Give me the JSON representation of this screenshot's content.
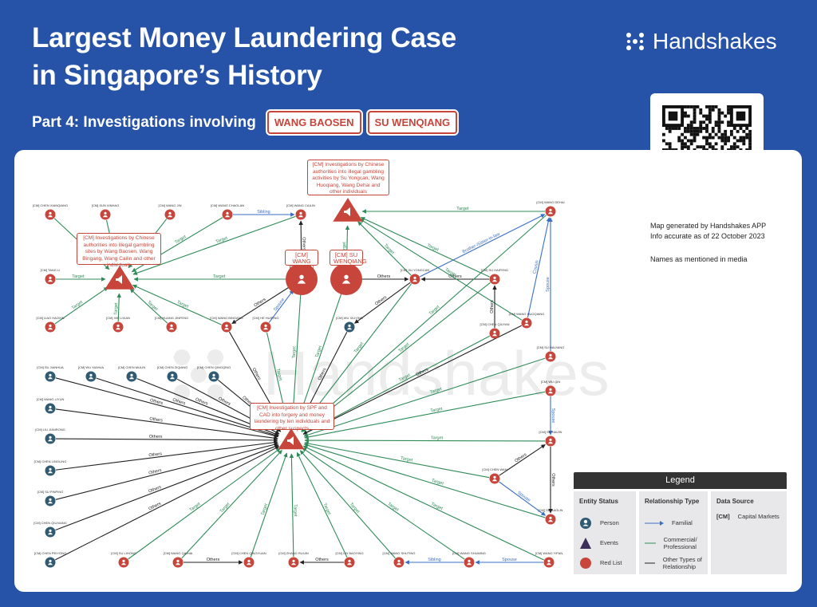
{
  "header": {
    "title_line1": "Largest Money Laundering Case",
    "title_line2": "in Singapore’s History",
    "subtitle": "Part 4: Investigations involving",
    "tags": [
      "WANG BAOSEN",
      "SU WENQIANG"
    ],
    "brand": "Handshakes"
  },
  "info": {
    "generated": "Map generated by Handshakes APP",
    "accuracy": "Info accurate as of 22 October 2023",
    "note": "Names as mentioned in media"
  },
  "watermark": "Handshakes",
  "colors": {
    "background": "#2653a8",
    "red": "#c7453a",
    "person": "#2f5a72",
    "target": "#2e8b57",
    "familial": "#3a6fc4",
    "other": "#222222"
  },
  "events": {
    "e1": "[CM] Investigations by Chinese authorities into illegal gambling sites by Wang Baosen, Wang Bingang, Wang Cailin and other individuals",
    "e2": "[CM] Investigations by Chinese authorities into illegal gambling activities by Su Yongcan, Wang Huoqiang, Wang Dehai and other individuals",
    "e3": "[CM] Investigation by SPF and CAD into forgery and money laundering by ten individuals and other suspects"
  },
  "nodes": [
    {
      "id": "chen_xianqiang",
      "label": "[CM] CHEN XIANQIANG",
      "kind": "red"
    },
    {
      "id": "sun_xinhao",
      "label": "[CM] SUN XINHAO",
      "kind": "red"
    },
    {
      "id": "wang_jin",
      "label": "[CM] WANG JIN",
      "kind": "red"
    },
    {
      "id": "wang_chaolan",
      "label": "[CM] WANG CHAOLAN",
      "kind": "red"
    },
    {
      "id": "wang_cailin",
      "label": "[CM] WANG CAILIN",
      "kind": "red"
    },
    {
      "id": "tang_li",
      "label": "[CM] TANG LI",
      "kind": "red"
    },
    {
      "id": "liao_haoxin",
      "label": "[CM] LIAO HAOXIN",
      "kind": "red"
    },
    {
      "id": "xie_lixian",
      "label": "[CM] XIE LIXIAN",
      "kind": "red"
    },
    {
      "id": "huang_jinfeng",
      "label": "[CM] HUANG JINFENG",
      "kind": "red"
    },
    {
      "id": "wang_bingang",
      "label": "[CM] WANG BINGANG",
      "kind": "red"
    },
    {
      "id": "he_huiping",
      "label": "[CM] HE HUIPING",
      "kind": "red"
    },
    {
      "id": "wang_baosen",
      "label": "[CM] WANG BAOSEN",
      "kind": "big"
    },
    {
      "id": "su_wenqiang",
      "label": "[CM] SU WENQIANG",
      "kind": "big"
    },
    {
      "id": "wu_xiuying",
      "label": "[CM] WU XIUYING",
      "kind": "person"
    },
    {
      "id": "su_yongcan",
      "label": "[CM] SU YONGCAN",
      "kind": "red"
    },
    {
      "id": "su_haifeng",
      "label": "[CM] SU HAIFENG",
      "kind": "red"
    },
    {
      "id": "chen_qiuyan",
      "label": "[CM] CHEN QIUYAN",
      "kind": "red"
    },
    {
      "id": "wang_huoqiang",
      "label": "[CM] WANG HUOQIANG",
      "kind": "red"
    },
    {
      "id": "wang_dehai",
      "label": "[CM] WANG DEHAI",
      "kind": "red"
    },
    {
      "id": "su_haijiang",
      "label": "[CM] SU HAIJIANG",
      "kind": "red"
    },
    {
      "id": "wu_qin",
      "label": "[CM] WU QIN",
      "kind": "red"
    },
    {
      "id": "su_haijin",
      "label": "[CM] SU HAIJIN",
      "kind": "red"
    },
    {
      "id": "chen_wan",
      "label": "[CM] CHEN WAN",
      "kind": "red"
    },
    {
      "id": "su_baolin",
      "label": "[CM] SU BAOLIN",
      "kind": "red"
    },
    {
      "id": "su_jianhua",
      "label": "[CM] SU JIANHUA",
      "kind": "person"
    },
    {
      "id": "wu_xiahua",
      "label": "[CM] WU XIAHUA",
      "kind": "person"
    },
    {
      "id": "chen_mulin",
      "label": "[CM] CHEN MULIN",
      "kind": "person"
    },
    {
      "id": "chen_ziqiang",
      "label": "[CM] CHEN ZIQIANG",
      "kind": "person"
    },
    {
      "id": "chen_qingqing",
      "label": "[CM] CHEN QINGQING",
      "kind": "person"
    },
    {
      "id": "wang_liyun",
      "label": "[CM] WANG LIYUN",
      "kind": "person"
    },
    {
      "id": "liu_jianrong",
      "label": "[CM] LIU JIANRONG",
      "kind": "person"
    },
    {
      "id": "chen_lingling",
      "label": "[CM] CHEN LINGLING",
      "kind": "person"
    },
    {
      "id": "su_pinping",
      "label": "[CM] SU PINPING",
      "kind": "person"
    },
    {
      "id": "chen_qiuxiang",
      "label": "[CM] CHEN QIUXIANG",
      "kind": "person"
    },
    {
      "id": "chen_peiyong",
      "label": "[CM] CHEN PEIYONG",
      "kind": "person"
    },
    {
      "id": "su_lihong",
      "label": "[CM] SU LIHONG",
      "kind": "red"
    },
    {
      "id": "wang_qiuhai",
      "label": "[CM] WANG QIUHAI",
      "kind": "red"
    },
    {
      "id": "chen_qingyuan",
      "label": "[CM] CHEN QINGYUAN",
      "kind": "red"
    },
    {
      "id": "zhang_ruijin",
      "label": "[CM] ZHANG RUIJIN",
      "kind": "red"
    },
    {
      "id": "lin_baoying",
      "label": "[CM] LIN BAOYING",
      "kind": "red"
    },
    {
      "id": "wang_shuting",
      "label": "[CM] WANG SHUTING",
      "kind": "red"
    },
    {
      "id": "wang_shuming",
      "label": "[CM] WANG SHUMING",
      "kind": "red"
    },
    {
      "id": "wang_yifan",
      "label": "[CM] WANG YIFAN",
      "kind": "red"
    }
  ],
  "edges": [
    {
      "from": "chen_xianqiang",
      "to": "e1",
      "type": "target",
      "label": "Target"
    },
    {
      "from": "sun_xinhao",
      "to": "e1",
      "type": "target",
      "label": "Target"
    },
    {
      "from": "wang_jin",
      "to": "e1",
      "type": "target",
      "label": "Target"
    },
    {
      "from": "wang_chaolan",
      "to": "e1",
      "type": "target",
      "label": "Target"
    },
    {
      "from": "wang_cailin",
      "to": "e1",
      "type": "target",
      "label": "Target"
    },
    {
      "from": "tang_li",
      "to": "e1",
      "type": "target",
      "label": "Target"
    },
    {
      "from": "liao_haoxin",
      "to": "e1",
      "type": "target",
      "label": "Target"
    },
    {
      "from": "xie_lixian",
      "to": "e1",
      "type": "target",
      "label": "Target"
    },
    {
      "from": "huang_jinfeng",
      "to": "e1",
      "type": "target",
      "label": "Target"
    },
    {
      "from": "wang_bingang",
      "to": "e1",
      "type": "target",
      "label": "Target"
    },
    {
      "from": "wang_baosen",
      "to": "e1",
      "type": "target",
      "label": "Target"
    },
    {
      "from": "wang_chaolan",
      "to": "wang_cailin",
      "type": "familial",
      "label": "Sibling"
    },
    {
      "from": "wang_baosen",
      "to": "wang_cailin",
      "type": "other",
      "label": "Others"
    },
    {
      "from": "wang_baosen",
      "to": "wang_bingang",
      "type": "other",
      "label": "Others"
    },
    {
      "from": "he_huiping",
      "to": "wang_baosen",
      "type": "familial",
      "label": "Spouse"
    },
    {
      "from": "wang_bingang",
      "to": "e3",
      "type": "other",
      "label": "Others"
    },
    {
      "from": "wang_baosen",
      "to": "e3",
      "type": "target",
      "label": "Target"
    },
    {
      "from": "he_huiping",
      "to": "e3",
      "type": "target",
      "label": "Target"
    },
    {
      "from": "su_wenqiang",
      "to": "e2",
      "type": "target",
      "label": "Target"
    },
    {
      "from": "su_wenqiang",
      "to": "su_yongcan",
      "type": "other",
      "label": "Others"
    },
    {
      "from": "su_wenqiang",
      "to": "e3",
      "type": "target",
      "label": "Target"
    },
    {
      "from": "su_yongcan",
      "to": "wu_xiuying",
      "type": "other",
      "label": "Others"
    },
    {
      "from": "wu_xiuying",
      "to": "e3",
      "type": "other",
      "label": "Others"
    },
    {
      "from": "su_yongcan",
      "to": "e2",
      "type": "target",
      "label": "Target"
    },
    {
      "from": "su_haifeng",
      "to": "su_yongcan",
      "type": "other",
      "label": "Others"
    },
    {
      "from": "su_haifeng",
      "to": "e2",
      "type": "target",
      "label": "Target"
    },
    {
      "from": "wang_huoqiang",
      "to": "e2",
      "type": "target",
      "label": "Target"
    },
    {
      "from": "wang_dehai",
      "to": "e2",
      "type": "target",
      "label": "Target"
    },
    {
      "from": "su_yongcan",
      "to": "wang_dehai",
      "type": "familial",
      "label": "Brother-/Sister-in-law"
    },
    {
      "from": "chen_qiuyan",
      "to": "su_haifeng",
      "type": "other",
      "label": "Others"
    },
    {
      "from": "wang_huoqiang",
      "to": "wang_dehai",
      "type": "familial",
      "label": "Cousin"
    },
    {
      "from": "su_haijiang",
      "to": "wang_dehai",
      "type": "familial",
      "label": "Spouse"
    },
    {
      "from": "su_yongcan",
      "to": "e3",
      "type": "target",
      "label": "Target"
    },
    {
      "from": "su_haifeng",
      "to": "e3",
      "type": "target",
      "label": "Target"
    },
    {
      "from": "wang_dehai",
      "to": "e3",
      "type": "target",
      "label": "Target"
    },
    {
      "from": "chen_qiuyan",
      "to": "e3",
      "type": "target",
      "label": "Target"
    },
    {
      "from": "wang_huoqiang",
      "to": "e3",
      "type": "other",
      "label": "Others"
    },
    {
      "from": "su_haijiang",
      "to": "e3",
      "type": "target",
      "label": "Target"
    },
    {
      "from": "wu_qin",
      "to": "e3",
      "type": "target",
      "label": "Target"
    },
    {
      "from": "su_haijin",
      "to": "e3",
      "type": "target",
      "label": "Target"
    },
    {
      "from": "chen_wan",
      "to": "e3",
      "type": "target",
      "label": "Target"
    },
    {
      "from": "su_baolin",
      "to": "e3",
      "type": "target",
      "label": "Target"
    },
    {
      "from": "wu_qin",
      "to": "su_haijin",
      "type": "familial",
      "label": "Spouse"
    },
    {
      "from": "chen_wan",
      "to": "su_haijin",
      "type": "other",
      "label": "Others"
    },
    {
      "from": "chen_wan",
      "to": "su_baolin",
      "type": "familial",
      "label": "Spouse"
    },
    {
      "from": "su_haijin",
      "to": "su_baolin",
      "type": "other",
      "label": "Others"
    },
    {
      "from": "su_jianhua",
      "to": "e3",
      "type": "other",
      "label": "Others"
    },
    {
      "from": "wu_xiahua",
      "to": "e3",
      "type": "other",
      "label": "Others"
    },
    {
      "from": "chen_mulin",
      "to": "e3",
      "type": "other",
      "label": "Others"
    },
    {
      "from": "chen_ziqiang",
      "to": "e3",
      "type": "other",
      "label": "Others"
    },
    {
      "from": "chen_qingqing",
      "to": "e3",
      "type": "other",
      "label": "Others"
    },
    {
      "from": "wang_liyun",
      "to": "e3",
      "type": "other",
      "label": "Others"
    },
    {
      "from": "liu_jianrong",
      "to": "e3",
      "type": "other",
      "label": "Others"
    },
    {
      "from": "chen_lingling",
      "to": "e3",
      "type": "other",
      "label": "Others"
    },
    {
      "from": "su_pinping",
      "to": "e3",
      "type": "other",
      "label": "Others"
    },
    {
      "from": "chen_qiuxiang",
      "to": "e3",
      "type": "other",
      "label": "Others"
    },
    {
      "from": "chen_peiyong",
      "to": "e3",
      "type": "other",
      "label": "Others"
    },
    {
      "from": "su_lihong",
      "to": "e3",
      "type": "target",
      "label": "Target"
    },
    {
      "from": "wang_qiuhai",
      "to": "e3",
      "type": "target",
      "label": "Target"
    },
    {
      "from": "chen_qingyuan",
      "to": "e3",
      "type": "target",
      "label": "Target"
    },
    {
      "from": "zhang_ruijin",
      "to": "e3",
      "type": "target",
      "label": "Target"
    },
    {
      "from": "lin_baoying",
      "to": "e3",
      "type": "target",
      "label": "Target"
    },
    {
      "from": "wang_shuting",
      "to": "e3",
      "type": "target",
      "label": "Target"
    },
    {
      "from": "wang_shuming",
      "to": "e3",
      "type": "target",
      "label": "Target"
    },
    {
      "from": "wang_yifan",
      "to": "e3",
      "type": "target",
      "label": "Target"
    },
    {
      "from": "wang_qiuhai",
      "to": "chen_qingyuan",
      "type": "other",
      "label": "Others"
    },
    {
      "from": "lin_baoying",
      "to": "zhang_ruijin",
      "type": "other",
      "label": "Others"
    },
    {
      "from": "wang_shuming",
      "to": "wang_shuting",
      "type": "familial",
      "label": "Sibling"
    },
    {
      "from": "wang_yifan",
      "to": "wang_shuming",
      "type": "familial",
      "label": "Spouse"
    }
  ],
  "legend": {
    "title": "Legend",
    "entity_status": {
      "heading": "Entity Status",
      "items": [
        "Person",
        "Events",
        "Red List"
      ]
    },
    "relationship_type": {
      "heading": "Relationship Type",
      "items": [
        "Familial",
        "Commercial/ Professional",
        "Other Types of Relationship"
      ]
    },
    "data_source": {
      "heading": "Data Source",
      "code": "[CM]",
      "name": "Capital Markets"
    }
  }
}
